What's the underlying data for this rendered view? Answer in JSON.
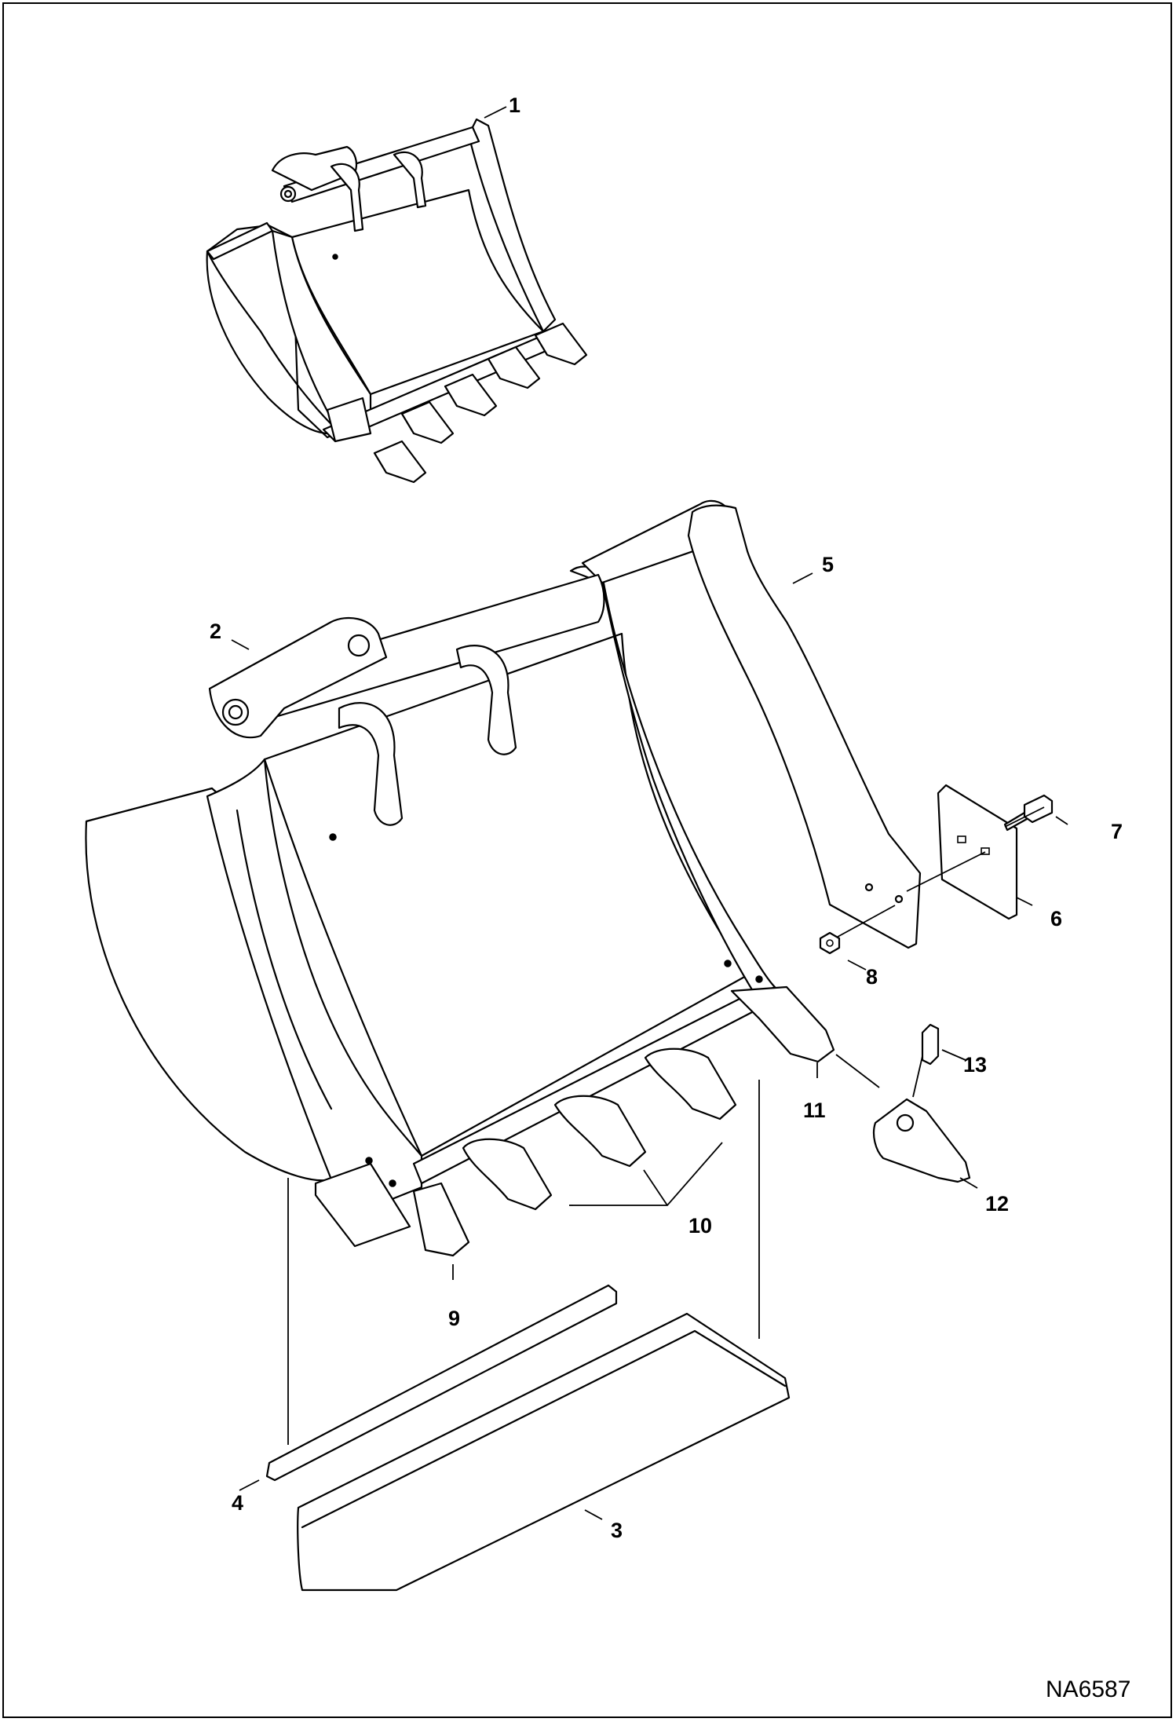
{
  "diagram": {
    "drawing_number": "NA6587",
    "callouts": [
      {
        "id": "callout-1",
        "label": "1"
      },
      {
        "id": "callout-2",
        "label": "2"
      },
      {
        "id": "callout-3",
        "label": "3"
      },
      {
        "id": "callout-4",
        "label": "4"
      },
      {
        "id": "callout-5",
        "label": "5"
      },
      {
        "id": "callout-6",
        "label": "6"
      },
      {
        "id": "callout-7",
        "label": "7"
      },
      {
        "id": "callout-8",
        "label": "8"
      },
      {
        "id": "callout-9",
        "label": "9"
      },
      {
        "id": "callout-10",
        "label": "10"
      },
      {
        "id": "callout-11",
        "label": "11"
      },
      {
        "id": "callout-12",
        "label": "12"
      },
      {
        "id": "callout-13",
        "label": "13"
      }
    ]
  },
  "colors": {
    "line": "#000000",
    "background": "#ffffff"
  }
}
